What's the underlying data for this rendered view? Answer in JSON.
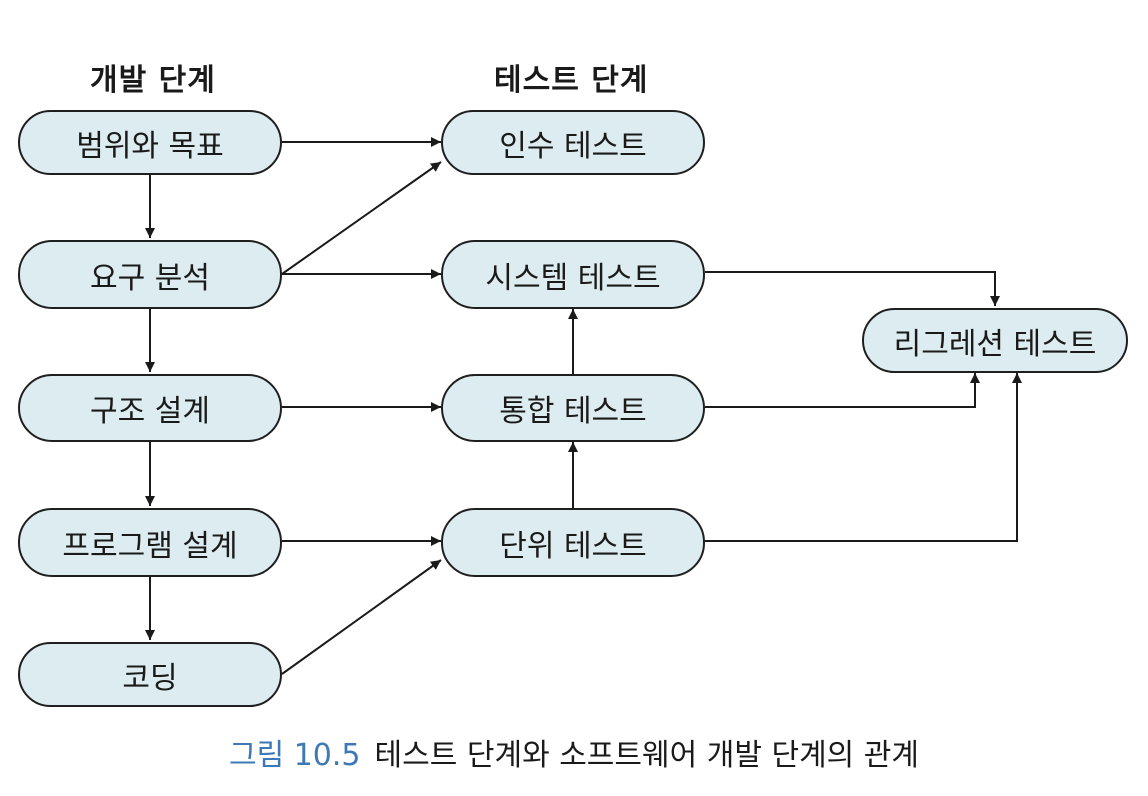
{
  "headers": {
    "development": "개발 단계",
    "testing": "테스트 단계"
  },
  "development_stages": [
    "범위와 목표",
    "요구 분석",
    "구조 설계",
    "프로그램 설계",
    "코딩"
  ],
  "test_stages": {
    "acceptance": "인수 테스트",
    "system": "시스템 테스트",
    "integration": "통합 테스트",
    "unit": "단위 테스트",
    "regression": "리그레션 테스트"
  },
  "caption": {
    "figure_number": "그림 10.5",
    "text": "테스트 단계와 소프트웨어 개발 단계의 관계"
  },
  "colors": {
    "node_fill": "#dcecf0",
    "node_border": "#1f1f1f",
    "caption_accent": "#3d79b6"
  }
}
